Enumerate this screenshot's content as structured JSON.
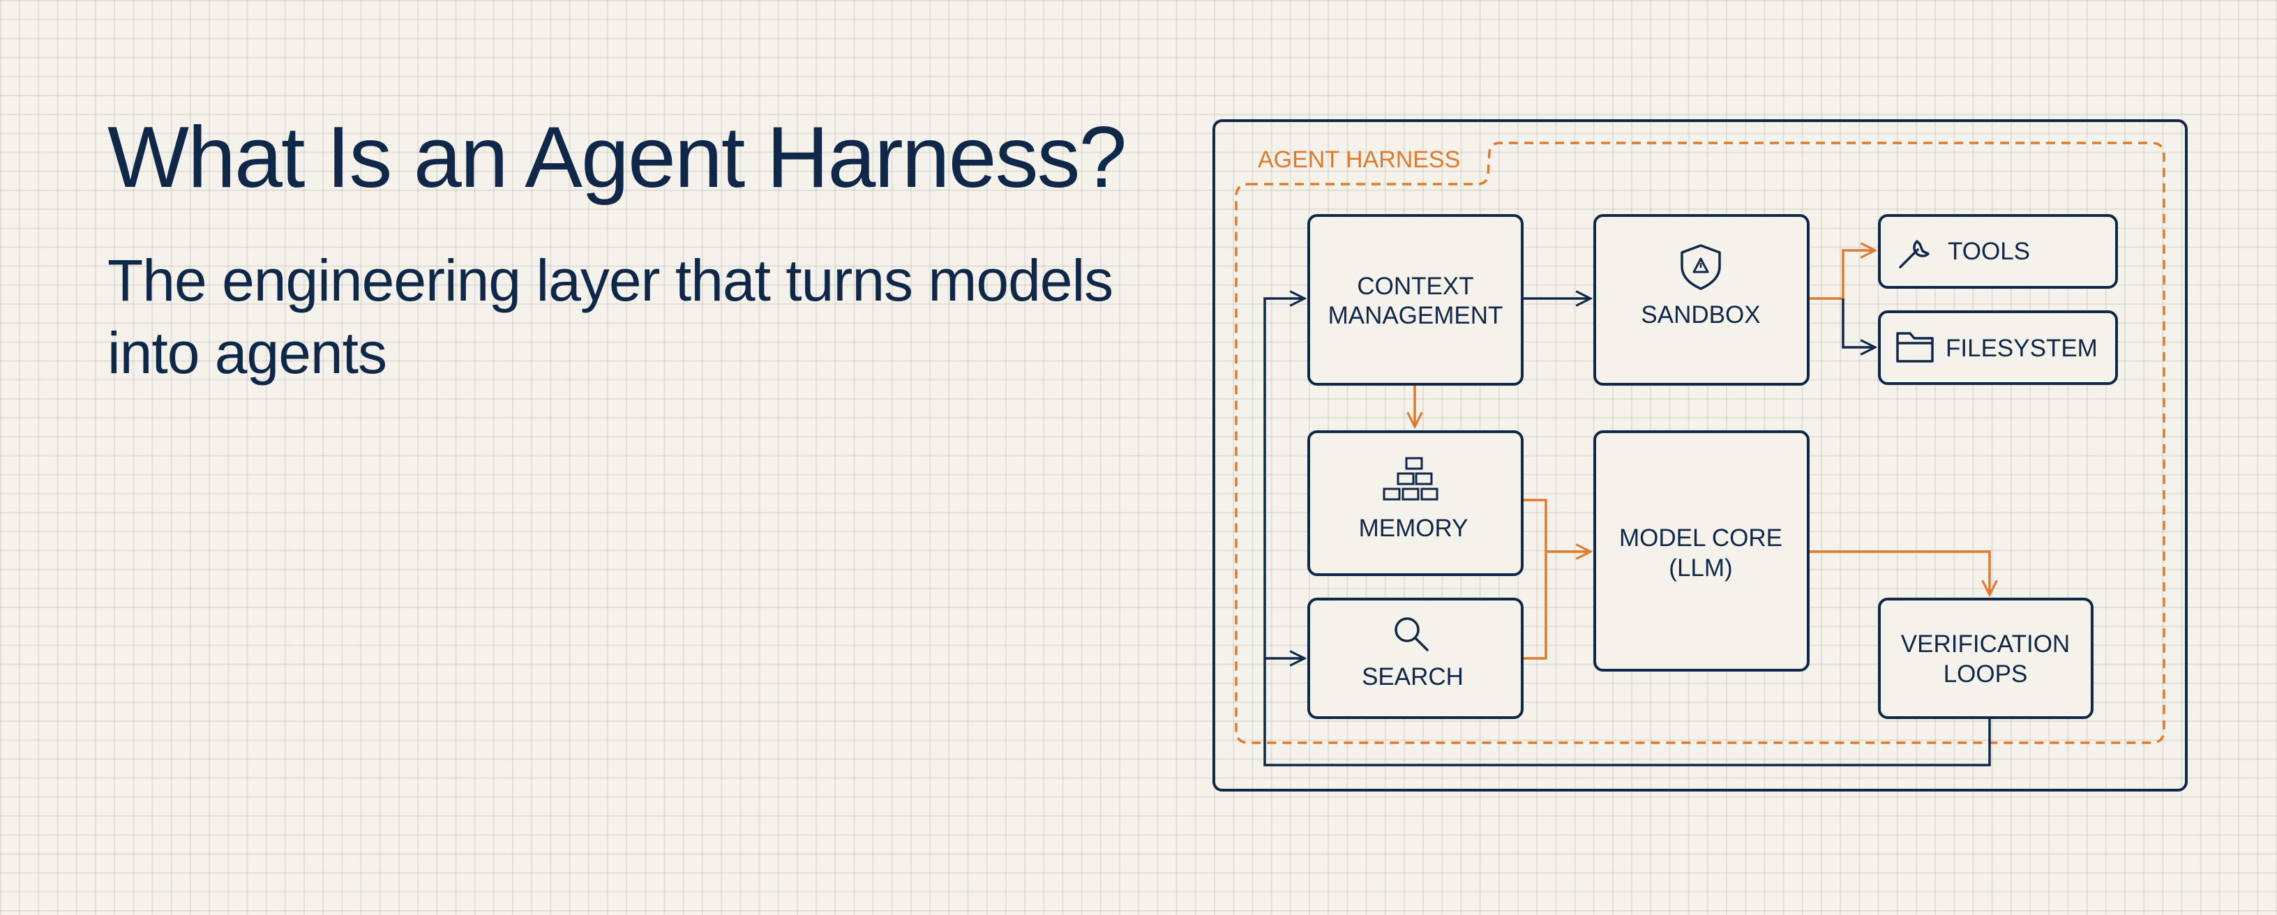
{
  "header": {
    "title": "What Is an Agent Harness?",
    "subtitle": "The engineering layer that turns models into agents"
  },
  "diagram": {
    "harness_label": "AGENT HARNESS",
    "nodes": {
      "context_management": {
        "lines": [
          "CONTEXT",
          "MANAGEMENT"
        ]
      },
      "sandbox": {
        "label": "SANDBOX",
        "icon": "shield-warning-icon"
      },
      "tools": {
        "label": "TOOLS",
        "icon": "wrench-icon"
      },
      "filesystem": {
        "label": "FILESYSTEM",
        "icon": "folder-icon"
      },
      "memory": {
        "label": "MEMORY",
        "icon": "memory-blocks-icon"
      },
      "model_core": {
        "lines": [
          "MODEL CORE",
          "(LLM)"
        ]
      },
      "search": {
        "label": "SEARCH",
        "icon": "search-icon"
      },
      "verification_loops": {
        "lines": [
          "VERIFICATION",
          "LOOPS"
        ]
      }
    },
    "colors": {
      "navy": "#0f2748",
      "orange": "#df7a2c",
      "background": "#f4f2ea"
    }
  }
}
